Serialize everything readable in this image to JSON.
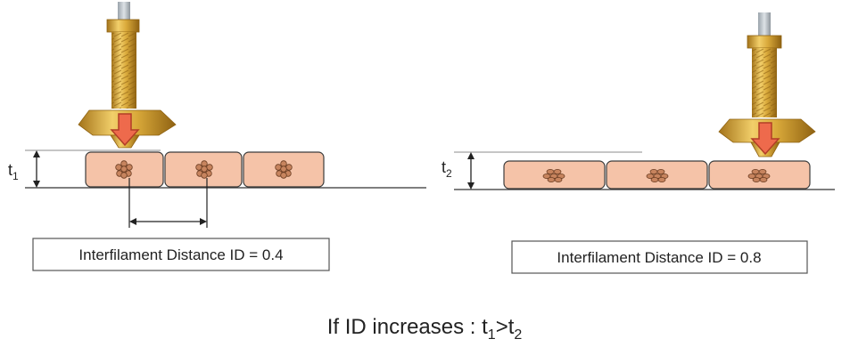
{
  "left_panel": {
    "thickness_label": "t",
    "thickness_sub": "1",
    "caption": "Interfilament Distance ID = 0.4"
  },
  "right_panel": {
    "thickness_label": "t",
    "thickness_sub": "2",
    "caption": "Interfilament Distance ID = 0.8"
  },
  "conclusion": {
    "prefix": "If ID increases : t",
    "sub1": "1",
    "mid": ">t",
    "sub2": "2"
  },
  "colors": {
    "filament_fill": "#f5c3a8",
    "filament_stroke": "#3c3c3c",
    "fiber_fill": "#c7845e",
    "arrow_fill": "#ee6a4c",
    "arrow_stroke": "#b13e26",
    "brass": "#d9a93a",
    "brass_dark": "#a4741a"
  },
  "icons": {
    "nozzle": "brass-print-nozzle",
    "arrow": "down-arrow"
  }
}
